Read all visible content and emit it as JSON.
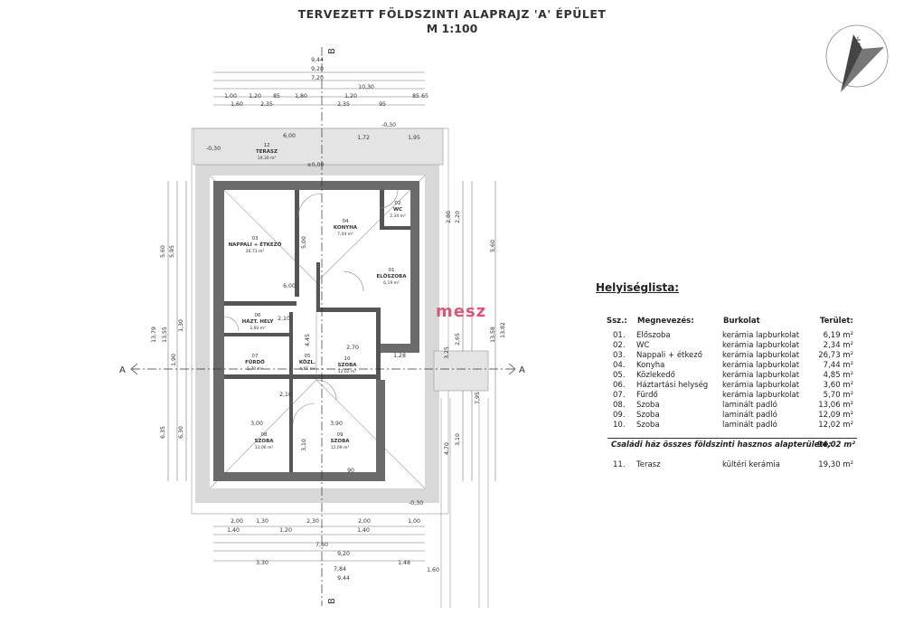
{
  "title": "TERVEZETT FÖLDSZINTI ALAPRAJZ 'A' ÉPÜLET",
  "scale": "M 1:100",
  "compass_letter": "É",
  "logo": "mesz",
  "section_labels": {
    "a": "A",
    "b": "B"
  },
  "rooms": [
    {
      "num": "12",
      "name": "TERASZ",
      "area": "19,30 m²"
    },
    {
      "num": "03",
      "name": "NAPPALI + ÉTKEZŐ",
      "area": "26,73 m²"
    },
    {
      "num": "04",
      "name": "KONYHA",
      "area": "7,44 m²"
    },
    {
      "num": "02",
      "name": "WC",
      "area": "2,34 m²"
    },
    {
      "num": "01",
      "name": "ELŐSZOBA",
      "area": "6,19 m²"
    },
    {
      "num": "06",
      "name": "HÁZT. HELY",
      "area": "3,60 m²"
    },
    {
      "num": "07",
      "name": "FÜRDŐ",
      "area": "5,70 m²"
    },
    {
      "num": "05",
      "name": "KÖZL.",
      "area": "4,85 m²"
    },
    {
      "num": "10",
      "name": "SZOBA",
      "area": "12,02 m²"
    },
    {
      "num": "08",
      "name": "SZOBA",
      "area": "13,06 m²"
    },
    {
      "num": "09",
      "name": "SZOBA",
      "area": "12,09 m²"
    }
  ],
  "dims": {
    "top": [
      "9,44",
      "9,20",
      "7,20",
      "1,00",
      "1,20",
      "85",
      "1,80",
      "1,60",
      "2,35",
      "1,20",
      "2,35",
      "95",
      "10,30",
      "85",
      "65",
      "6,00",
      "1,72",
      "1,95",
      "-0,30",
      "±0,00",
      "-0,30"
    ],
    "bottom": [
      "2,00",
      "1,30",
      "2,30",
      "2,00",
      "1,40",
      "1,20",
      "1,40",
      "1,00",
      "7,60",
      "9,20",
      "7,84",
      "9,44",
      "3,30",
      "1,48",
      "1,60",
      "-0,30"
    ],
    "left": [
      "13,79",
      "13,55",
      "5,95",
      "5,60",
      "6,35",
      "6,30",
      "1,90",
      "1,30"
    ],
    "right": [
      "13,82",
      "13,58",
      "5,60",
      "7,95",
      "2,80",
      "2,20",
      "3,25",
      "2,65",
      "4,70",
      "3,10"
    ],
    "inner": [
      "6,00",
      "5,00",
      "3,00",
      "2,10",
      "2,70",
      "4,45",
      "3,10",
      "3,90",
      "2,10",
      "90",
      "1,28"
    ]
  },
  "legend": {
    "title": "Helyiséglista:",
    "headers": {
      "num": "Ssz.:",
      "name": "Megnevezés:",
      "floor": "Burkolat",
      "area": "Terület:"
    },
    "rows": [
      {
        "num": "01.",
        "name": "Előszoba",
        "floor": "kerámia lapburkolat",
        "area": "6,19 m²"
      },
      {
        "num": "02.",
        "name": "WC",
        "floor": "kerámia lapburkolat",
        "area": "2,34 m²"
      },
      {
        "num": "03.",
        "name": "Nappali + étkező",
        "floor": "kerámia lapburkolat",
        "area": "26,73 m²"
      },
      {
        "num": "04.",
        "name": "Konyha",
        "floor": "kerámia lapburkolat",
        "area": "7,44 m²"
      },
      {
        "num": "05.",
        "name": "Közlekedő",
        "floor": "kerámia lapburkolat",
        "area": "4,85 m²"
      },
      {
        "num": "06.",
        "name": "Háztartási helység",
        "floor": "kerámia lapburkolat",
        "area": "3,60 m²"
      },
      {
        "num": "07.",
        "name": "Fürdő",
        "floor": "kerámia lapburkolat",
        "area": "5,70 m²"
      },
      {
        "num": "08.",
        "name": "Szoba",
        "floor": "laminált padló",
        "area": "13,06 m²"
      },
      {
        "num": "09.",
        "name": "Szoba",
        "floor": "laminált padló",
        "area": "12,09 m²"
      },
      {
        "num": "10.",
        "name": "Szoba",
        "floor": "laminált padló",
        "area": "12,02 m²"
      }
    ],
    "summary_label": "Családi ház összes földszinti hasznos alapterülete:",
    "summary_value": "94,02 m²",
    "extra": {
      "num": "11.",
      "name": "Terasz",
      "floor": "kültéri kerámia",
      "area": "19,30 m²"
    }
  }
}
